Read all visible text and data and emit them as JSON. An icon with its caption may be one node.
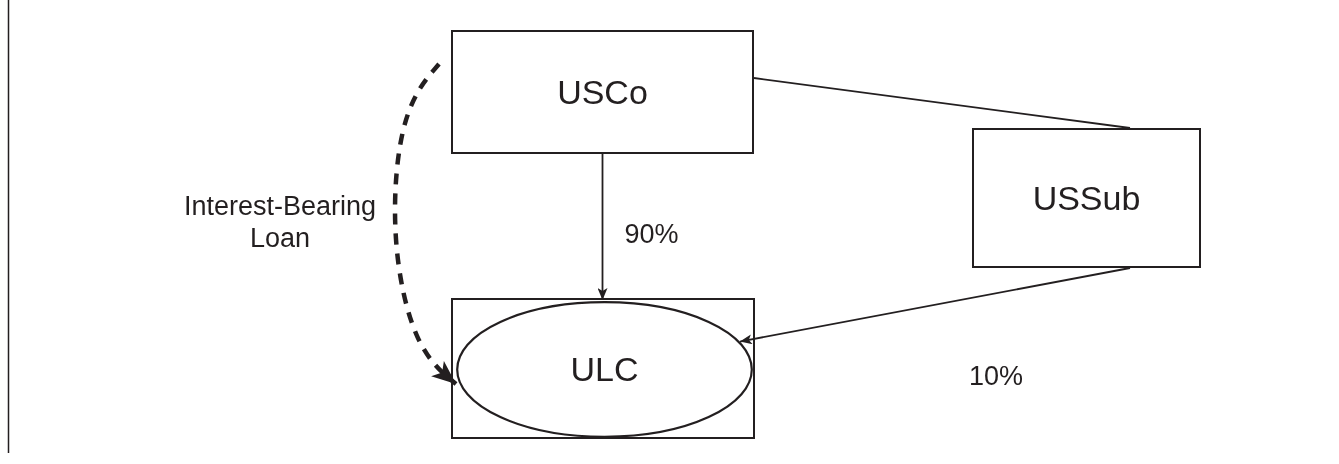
{
  "diagram": {
    "nodes": [
      {
        "text": [
          "USCo"
        ]
      },
      {
        "text": [
          "USSub"
        ]
      },
      {
        "text": [],
        "shape": "box"
      },
      {
        "text": [
          "ULC"
        ],
        "in": 2
      }
    ],
    "edges": [
      {
        "from": 0,
        "to": 3,
        "arrow": "to",
        "label": "90%"
      },
      {
        "from": 0,
        "to": 1,
        "arrow": "none"
      },
      {
        "from": 1,
        "to": 3,
        "arrow": "to",
        "label": "10%"
      },
      {
        "from": 0,
        "to": 3,
        "arrow": "to",
        "label": "Interest-Bearing Loan",
        "style": "dashed"
      }
    ]
  }
}
